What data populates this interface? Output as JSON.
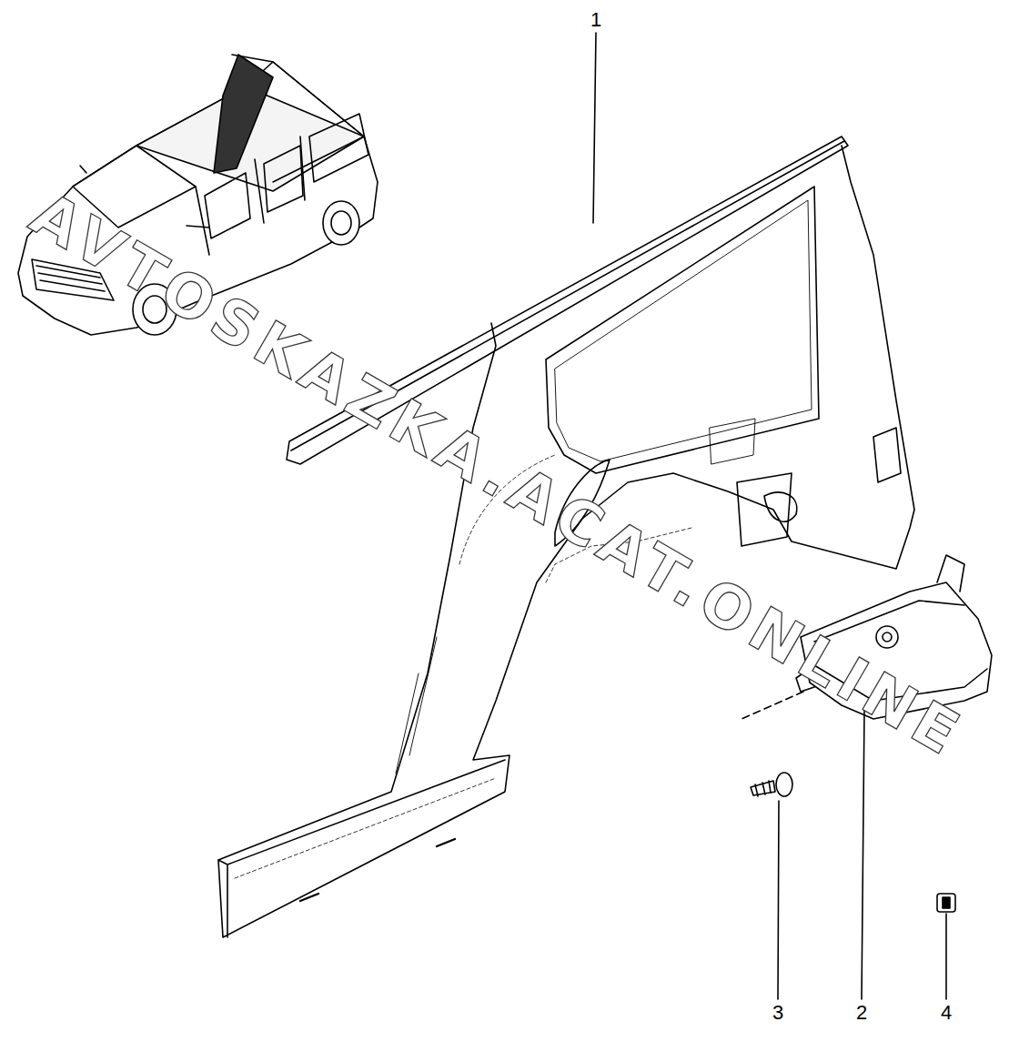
{
  "diagram": {
    "labels": [
      "1",
      "3",
      "2",
      "4",
      "AVTOSKAZKA.ACAT.ONLINE"
    ]
  }
}
